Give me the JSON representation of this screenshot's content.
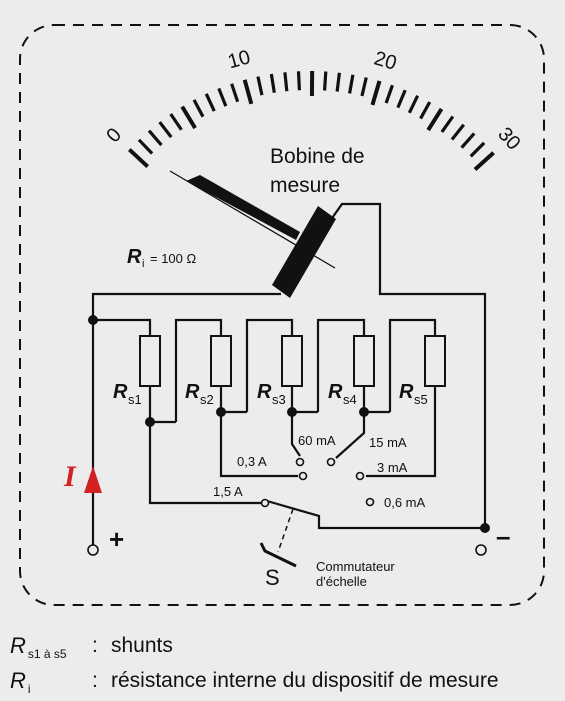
{
  "scale": {
    "ticks": [
      "0",
      "10",
      "20",
      "30"
    ]
  },
  "coil_label": [
    "Bobine de",
    "mesure"
  ],
  "ri_label": {
    "symbol": "R",
    "subscript": "i",
    "value": "= 100 Ω"
  },
  "shunts": [
    {
      "symbol": "R",
      "subscript": "s1"
    },
    {
      "symbol": "R",
      "subscript": "s2"
    },
    {
      "symbol": "R",
      "subscript": "s3"
    },
    {
      "symbol": "R",
      "subscript": "s4"
    },
    {
      "symbol": "R",
      "subscript": "s5"
    }
  ],
  "ranges": [
    "0,3 A",
    "60 mA",
    "15 mA",
    "3 mA",
    "1,5 A",
    "0,6 mA"
  ],
  "current_symbol": "I",
  "plus": "+",
  "minus": "–",
  "switch": {
    "symbol": "S",
    "label": [
      "Commutateur",
      "d'échelle"
    ]
  },
  "legend": [
    {
      "symbol": "R",
      "subscript": "s1 à s5",
      "colon": ":",
      "text": "shunts"
    },
    {
      "symbol": "R",
      "subscript": "i",
      "colon": ":",
      "text": "résistance interne du dispositif de mesure"
    }
  ],
  "colors": {
    "arrow": "#d42020",
    "current": "#d42020",
    "ink": "#111111",
    "background": "#ececec"
  }
}
